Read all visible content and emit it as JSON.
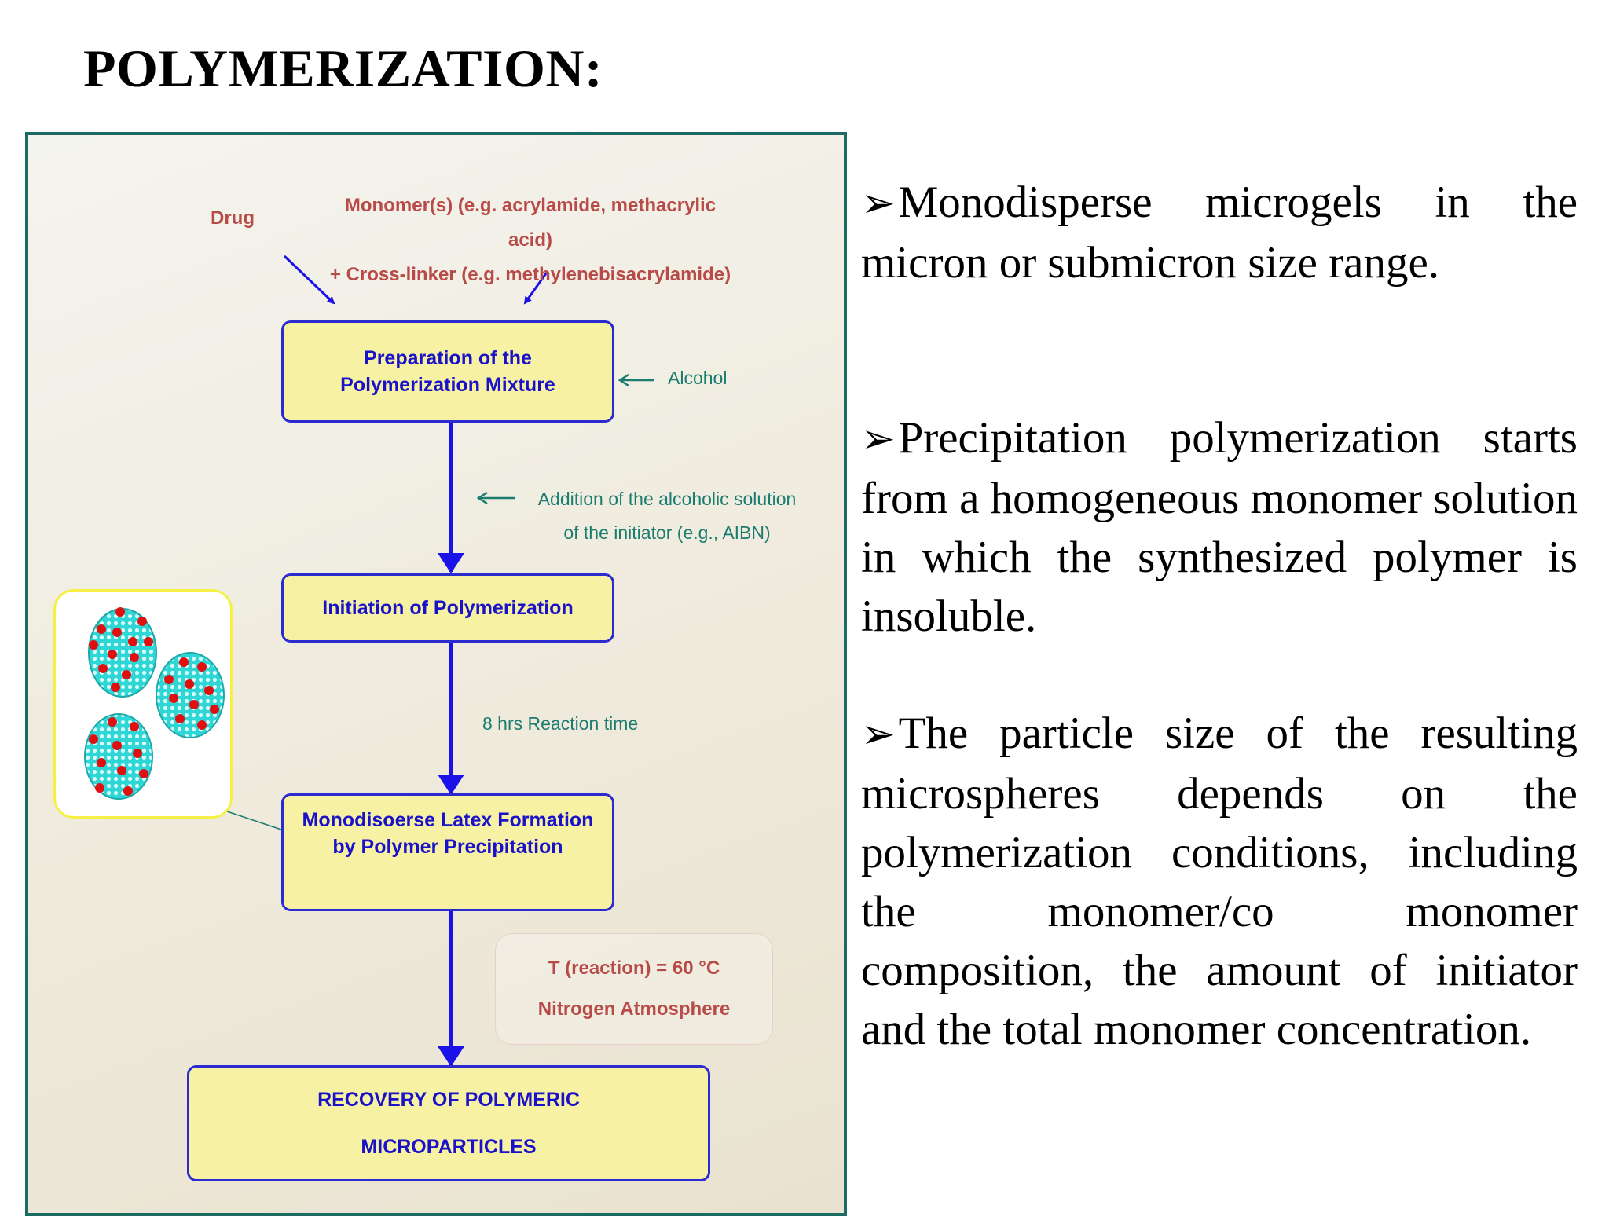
{
  "title": "POLYMERIZATION:",
  "diagram": {
    "inputs": {
      "drug": "Drug",
      "monomer_line1": "Monomer(s) (e.g. acrylamide, methacrylic acid)",
      "monomer_line2": "+ Cross-linker (e.g. methylenebisacrylamide)"
    },
    "steps": {
      "preparation": [
        "Preparation of the",
        "Polymerization Mixture"
      ],
      "initiation": "Initiation of Polymerization",
      "latex": [
        "Monodisoerse Latex Formation",
        "by Polymer Precipitation"
      ],
      "recovery": [
        "RECOVERY OF POLYMERIC",
        "MICROPARTICLES"
      ]
    },
    "side_labels": {
      "alcohol": "Alcohol",
      "addition_line1": "Addition of the alcoholic solution",
      "addition_line2": "of the initiator (e.g., AIBN)",
      "reaction_time": "8 hrs Reaction time"
    },
    "conditions": {
      "temperature": "T (reaction) = 60 °C",
      "atmosphere": "Nitrogen Atmosphere"
    },
    "colors": {
      "box_fill": "#f7f1a4",
      "box_border": "#2b2bcf",
      "arrow": "#1a12e8",
      "label_red": "#b84a48",
      "label_teal": "#1b7c70",
      "panel_border": "#1c6b62",
      "particle_fill": "#2ed6d6",
      "drug_dot": "#e01010"
    }
  },
  "bullets": {
    "marker": "➢",
    "b1": "Monodisperse microgels in the micron or submicron size range.",
    "b2": "Precipitation polymerization starts from a homogeneous monomer solution in which the synthesized polymer is insoluble.",
    "b3": "The particle size of the resulting microspheres depends on the polymerization conditions, including the monomer/co monomer composition, the amount of initiator and the total monomer concentration."
  }
}
